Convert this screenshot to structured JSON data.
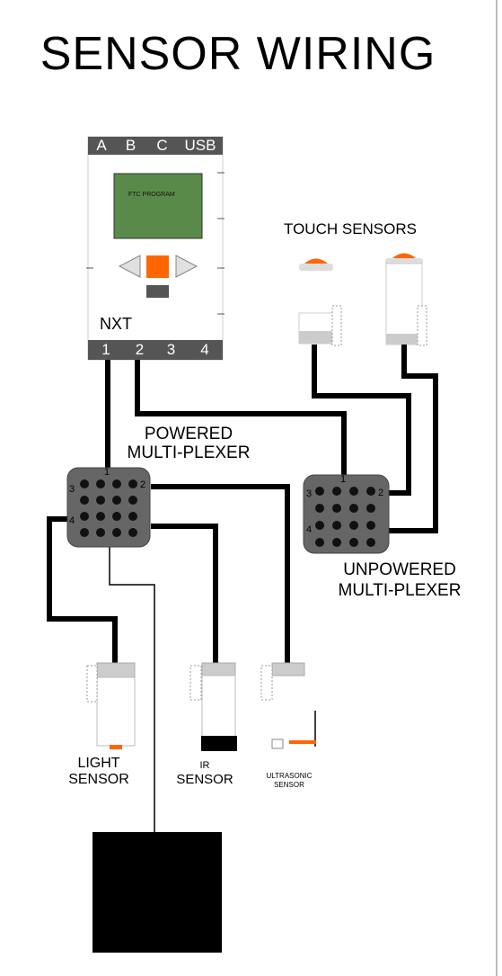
{
  "title": "SENSOR WIRING",
  "nxt": {
    "label": "NXT",
    "screen_text": "FTC PROGRAM",
    "top_ports": [
      "A",
      "B",
      "C",
      "USB"
    ],
    "bottom_ports": [
      "1",
      "2",
      "3",
      "4"
    ],
    "colors": {
      "body": "#ffffff",
      "port_bar": "#555555",
      "screen": "#5a8a4a",
      "button": "#ff6600",
      "arrow": "#dddddd"
    }
  },
  "touch_sensors": {
    "label": "TOUCH SENSORS"
  },
  "powered_mux": {
    "label_line1": "POWERED",
    "label_line2": "MULTI-PLEXER",
    "port_labels": [
      "1",
      "2",
      "3",
      "4"
    ]
  },
  "unpowered_mux": {
    "label_line1": "UNPOWERED",
    "label_line2": "MULTI-PLEXER",
    "port_labels": [
      "1",
      "2",
      "3",
      "4"
    ]
  },
  "light_sensor": {
    "label_line1": "LIGHT",
    "label_line2": "SENSOR"
  },
  "ir_sensor": {
    "label_line1": "IR",
    "label_line2": "SENSOR"
  },
  "ultrasonic_sensor": {
    "label_line1": "ULTRASONIC",
    "label_line2": "SENSOR"
  },
  "colors": {
    "mux": "#666666",
    "wire": "#000000",
    "sensor_cap": "#cccccc",
    "led": "#ff6600"
  }
}
